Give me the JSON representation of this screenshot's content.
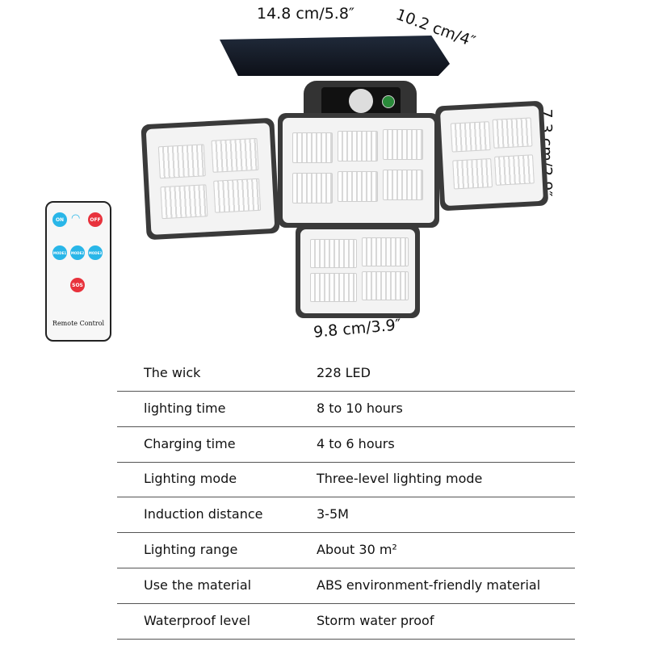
{
  "dimensions": {
    "width": "14.8 cm/5.8″",
    "depth": "10.2 cm/4″",
    "height": "7.3 cm/2.9″",
    "bottom_width": "9.8 cm/3.9″"
  },
  "remote": {
    "label": "Remote Control",
    "buttons": [
      "ON",
      "OFF",
      "MODE1",
      "MODE2",
      "MODE3",
      "SOS"
    ],
    "colors": {
      "blue": "#29b6e8",
      "red": "#e8323c"
    }
  },
  "specs": [
    {
      "label": "The wick",
      "value": "228 LED"
    },
    {
      "label": "lighting time",
      "value": "8 to 10 hours"
    },
    {
      "label": "Charging time",
      "value": "4 to 6 hours"
    },
    {
      "label": "Lighting mode",
      "value": "Three-level lighting mode"
    },
    {
      "label": "Induction distance",
      "value": "3-5M"
    },
    {
      "label": "Lighting range",
      "value": "About 30 m²"
    },
    {
      "label": "Use the material",
      "value": "ABS environment-friendly material"
    },
    {
      "label": "Waterproof level",
      "value": "Storm water proof"
    }
  ]
}
